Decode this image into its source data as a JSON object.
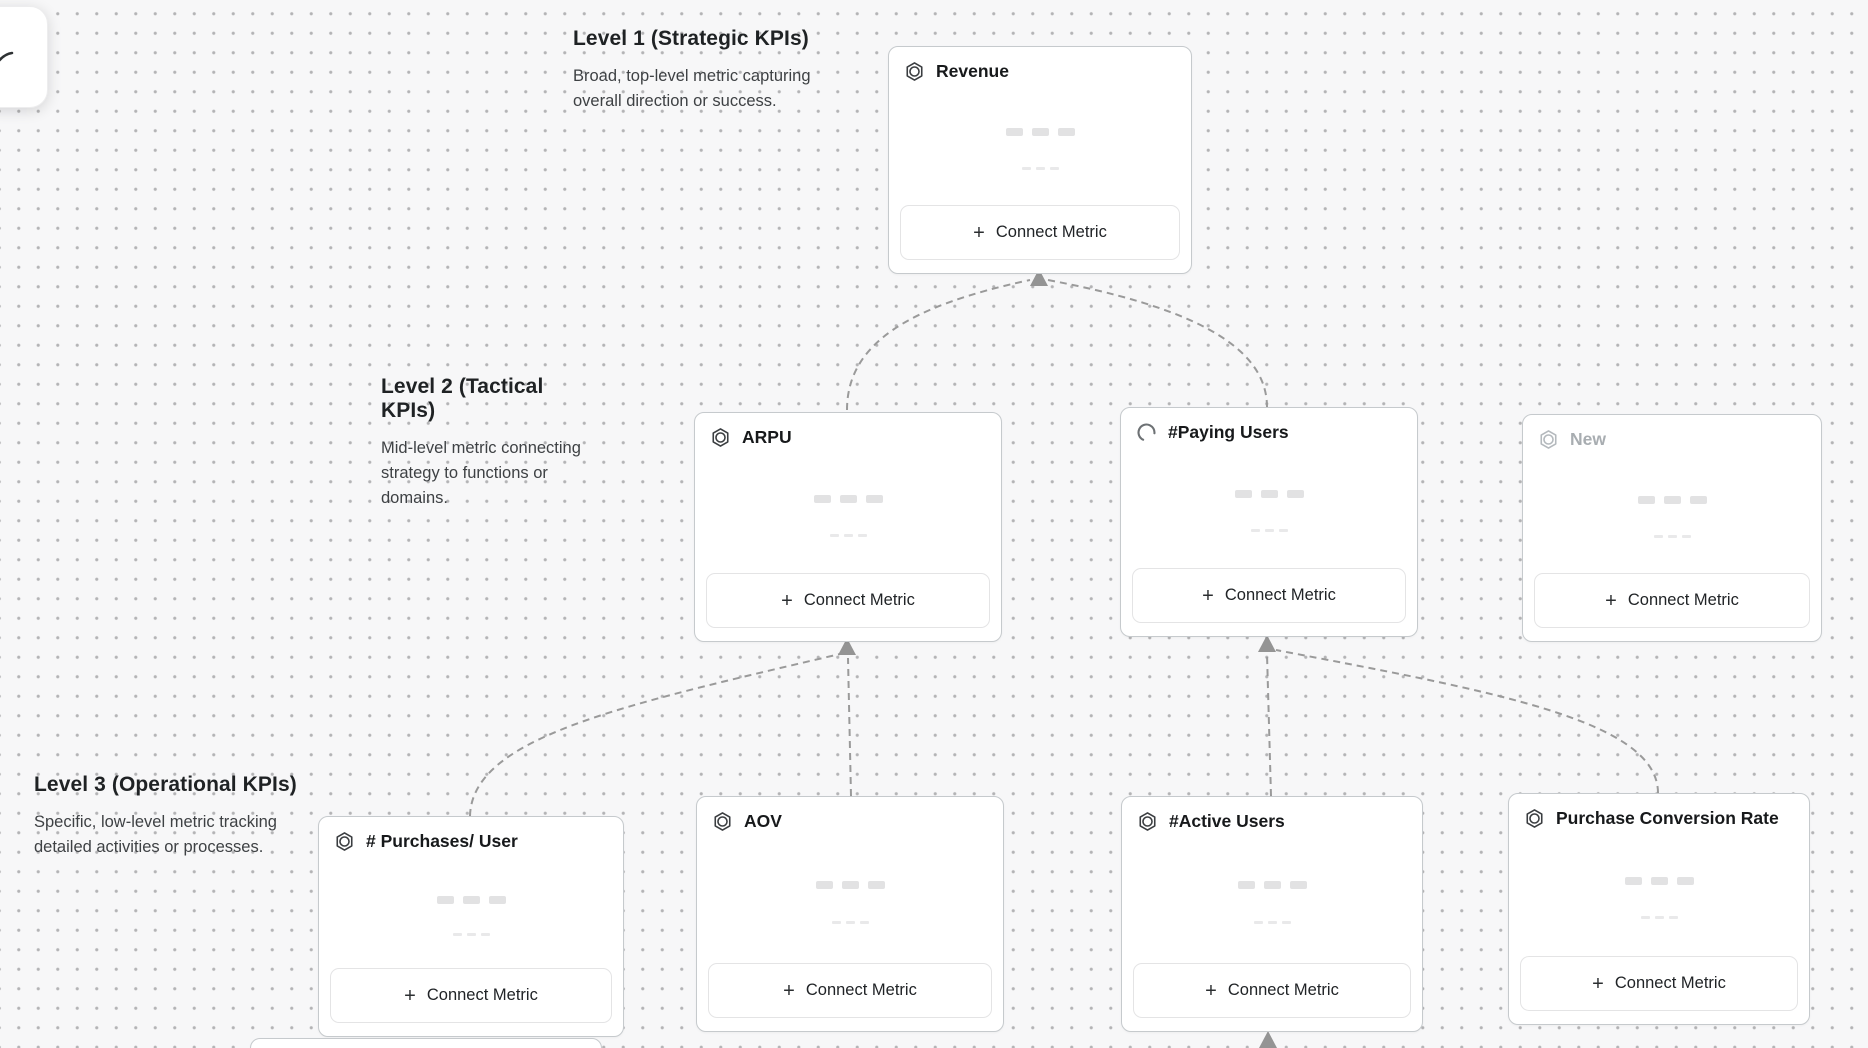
{
  "levels": [
    {
      "title": "Level 1 (Strategic KPIs)",
      "description": "Broad, top-level metric capturing overall direction or success."
    },
    {
      "title": "Level 2 (Tactical KPIs)",
      "description": "Mid-level metric connecting strategy to functions or domains."
    },
    {
      "title": "Level 3 (Operational KPIs)",
      "description": "Specific, low-level metric tracking detailed activities or processes."
    }
  ],
  "cards": [
    {
      "id": "revenue",
      "title": "Revenue",
      "icon": "hexagon-metric-icon",
      "level": 1,
      "state": "default"
    },
    {
      "id": "arpu",
      "title": "ARPU",
      "icon": "hexagon-metric-icon",
      "level": 2,
      "state": "default"
    },
    {
      "id": "paying-users",
      "title": "#Paying Users",
      "icon": "spinner-icon",
      "level": 2,
      "state": "loading"
    },
    {
      "id": "new",
      "title": "New",
      "icon": "hexagon-metric-icon",
      "level": 2,
      "state": "placeholder"
    },
    {
      "id": "purchases-per-user",
      "title": "# Purchases/ User",
      "icon": "hexagon-metric-icon",
      "level": 3,
      "state": "default"
    },
    {
      "id": "aov",
      "title": "AOV",
      "icon": "hexagon-metric-icon",
      "level": 3,
      "state": "default"
    },
    {
      "id": "active-users",
      "title": "#Active Users",
      "icon": "hexagon-metric-icon",
      "level": 3,
      "state": "default"
    },
    {
      "id": "purchase-conversion-rate",
      "title": "Purchase Conversion Rate",
      "icon": "hexagon-metric-icon",
      "level": 3,
      "state": "default"
    }
  ],
  "ui": {
    "plus_glyph": "+",
    "connect_metric_label": "Connect Metric"
  },
  "colors": {
    "canvas_bg": "#f7f7f8",
    "grid_dot": "#b3b3b5",
    "card_border": "#c6cacd",
    "connector": "#9a9a9a",
    "title_text": "#17191b",
    "muted_text": "#a8adb1"
  }
}
